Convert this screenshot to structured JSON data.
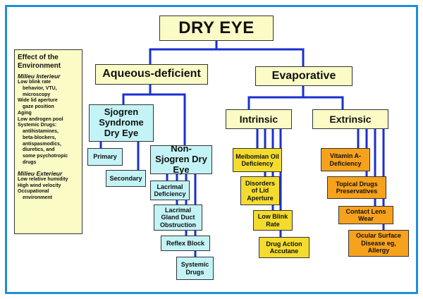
{
  "title": "DRY EYE",
  "environment": {
    "heading": "Effect of the Environment",
    "interieur_title": "Milieu Interieur",
    "interieur_items": [
      {
        "text": "Low blink rate",
        "indent": false
      },
      {
        "text": "behavior, VTU,",
        "indent": true
      },
      {
        "text": "microscopy",
        "indent": true
      },
      {
        "text": "Wide lid aperture",
        "indent": false
      },
      {
        "text": "gaze position",
        "indent": true
      },
      {
        "text": "Aging",
        "indent": false
      },
      {
        "text": "Low androgen pool",
        "indent": false
      },
      {
        "text": "Systemic Drugs:",
        "indent": false
      },
      {
        "text": "antihistamines,",
        "indent": true
      },
      {
        "text": "beta-blockers,",
        "indent": true
      },
      {
        "text": "antispasmodics,",
        "indent": true
      },
      {
        "text": "diuretics, and",
        "indent": true
      },
      {
        "text": "some psychotropic",
        "indent": true
      },
      {
        "text": "drugs",
        "indent": true
      }
    ],
    "exterieur_title": "Milieu Exterieur",
    "exterieur_items": [
      {
        "text": "Low relative humidity",
        "indent": false
      },
      {
        "text": "High wind velocity",
        "indent": false
      },
      {
        "text": "Occupational",
        "indent": false
      },
      {
        "text": "environment",
        "indent": true
      }
    ]
  },
  "aqueous": {
    "label": "Aqueous-deficient",
    "sjogren": {
      "label": "Sjogren Syndrome Dry Eye",
      "children": [
        "Primary",
        "Secondary"
      ]
    },
    "non_sjogren": {
      "label": "Non-Sjogren Dry Eye",
      "children": [
        "Lacrimal Deficiency",
        "Lacrimal Gland Duct Obstruction",
        "Reflex Block",
        "Systemic Drugs"
      ]
    }
  },
  "evaporative": {
    "label": "Evaporative",
    "intrinsic": {
      "label": "Intrinsic",
      "children": [
        "Meibomian Oil Deficiency",
        "Disorders of Lid Aperture",
        "Low Blink Rate",
        "Drug Action Accutane"
      ]
    },
    "extrinsic": {
      "label": "Extrinsic",
      "children": [
        "Vitamin A-Deficiency",
        "Topical Drugs Preservatives",
        "Contact Lens Wear",
        "Ocular Surface Disease eg, Allergy"
      ]
    }
  },
  "colors": {
    "border": "#1f8fd8",
    "connector": "#1a2fd0",
    "cream": "#fbfbc6",
    "cyan": "#c3f3f6",
    "yellow": "#f4dc2e",
    "orange": "#f7a21d"
  }
}
